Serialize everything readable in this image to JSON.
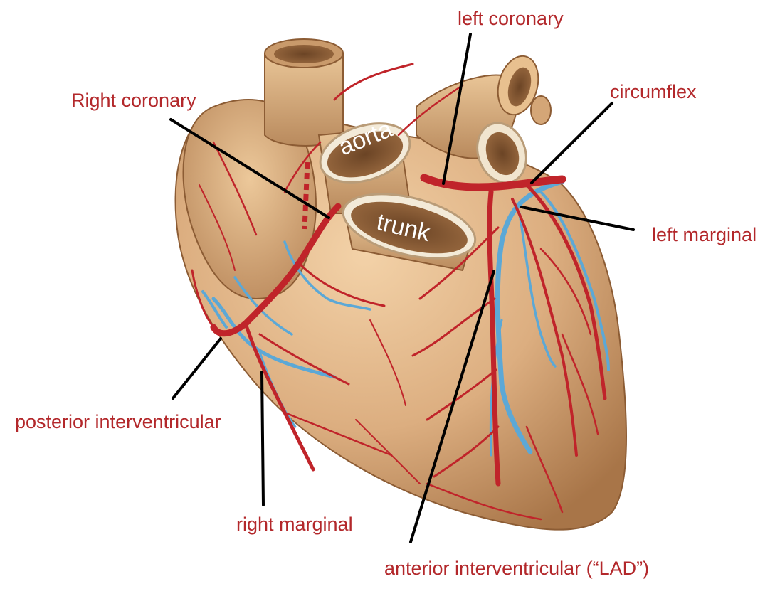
{
  "labels": {
    "left_coronary": "left coronary",
    "right_coronary": "Right coronary",
    "circumflex": "circumflex",
    "left_marginal": "left marginal",
    "posterior_interventricular": "posterior interventricular",
    "right_marginal": "right marginal",
    "anterior_interventricular": "anterior interventricular (“LAD”)"
  },
  "vessel_labels": {
    "aorta": "aorta",
    "trunk": "trunk"
  },
  "colors": {
    "label_text": "#b3282b",
    "artery": "#c0242a",
    "vein": "#5ca8d6",
    "leader_line": "#000000",
    "heart_tissue": "#d7a577"
  }
}
